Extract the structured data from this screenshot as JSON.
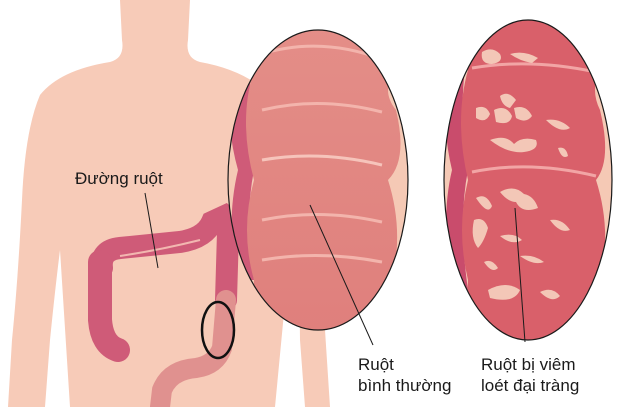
{
  "diagram": {
    "type": "anatomical-illustration",
    "subject": "Normal colon vs. ulcerative colitis",
    "labels": {
      "colon": "Đường ruột",
      "normal_line1": "Ruột",
      "normal_line2": "bình thường",
      "uc_line1": "Ruột bị viêm",
      "uc_line2": "loét đại tràng"
    },
    "colors": {
      "background": "#ffffff",
      "skin": "#f7cbb8",
      "colon_dark": "#cf5b78",
      "colon_light": "#e58f8f",
      "colon_wall": "#f5c9b5",
      "mucosa_normal": "#e3847f",
      "mucosa_inflamed": "#d9606a",
      "ulcer": "#f3c7b7",
      "outline": "#1a1a1a"
    }
  }
}
